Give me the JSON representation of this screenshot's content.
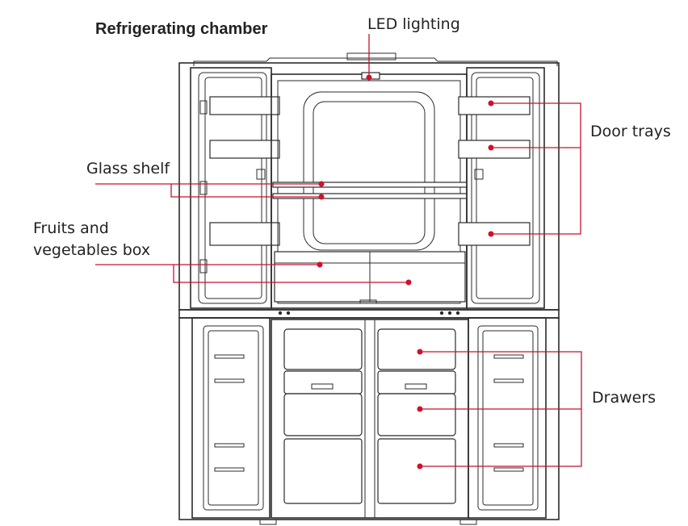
{
  "title": "Refrigerating chamber",
  "labels": {
    "led": "LED lighting",
    "door_trays": "Door trays",
    "glass_shelf": "Glass shelf",
    "fruits_line1": "Fruits and",
    "fruits_line2": "vegetables box",
    "drawers": "Drawers"
  },
  "colors": {
    "leader": "#c8102e",
    "dot": "#d0112b",
    "outline": "#2b2b2b"
  }
}
